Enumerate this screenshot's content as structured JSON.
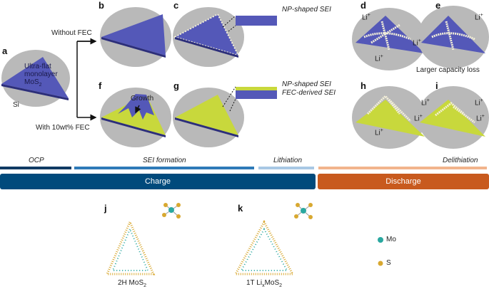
{
  "panels": {
    "a": "a",
    "b": "b",
    "c": "c",
    "d": "d",
    "e": "e",
    "f": "f",
    "g": "g",
    "h": "h",
    "i": "i",
    "j": "j",
    "k": "k"
  },
  "text": {
    "monolayer": "Ultra-flat monolayer MoS",
    "monolayer_sub": "2",
    "si": "Si",
    "without_fec": "Without FEC",
    "with_fec": "With 10wt% FEC",
    "growth": "Growth",
    "np_sei": "NP-shaped SEI",
    "np_sei2": "NP-shaped SEI",
    "fec_sei": "FEC-derived SEI",
    "li": "Li",
    "li_sup": "+",
    "capacity_loss": "Larger capacity loss"
  },
  "timeline": {
    "ocp": "OCP",
    "sei": "SEI formation",
    "lithiation": "Lithiation",
    "delithiation": "Delithiation",
    "charge": "Charge",
    "discharge": "Discharge"
  },
  "structures": {
    "j_title": "2H MoS",
    "j_sub": "2",
    "k_title": "1T Li",
    "k_x": "x",
    "k_rest": "MoS",
    "k_sub": "2",
    "legend_mo": "Mo",
    "legend_s": "S"
  },
  "colors": {
    "mos2": "#5458b8",
    "sei": "#c8d83c",
    "substrate": "#b9b9b9",
    "charge": "#004a7c",
    "discharge": "#c85a1e",
    "ocp_arrow": "#0f3a63",
    "sei_arrow": "#2e7ab8",
    "lith_arrow": "#a8c8e4",
    "delith_arrow": "#f2b48c",
    "mo": "#2aa8a0",
    "s": "#d8a830"
  }
}
